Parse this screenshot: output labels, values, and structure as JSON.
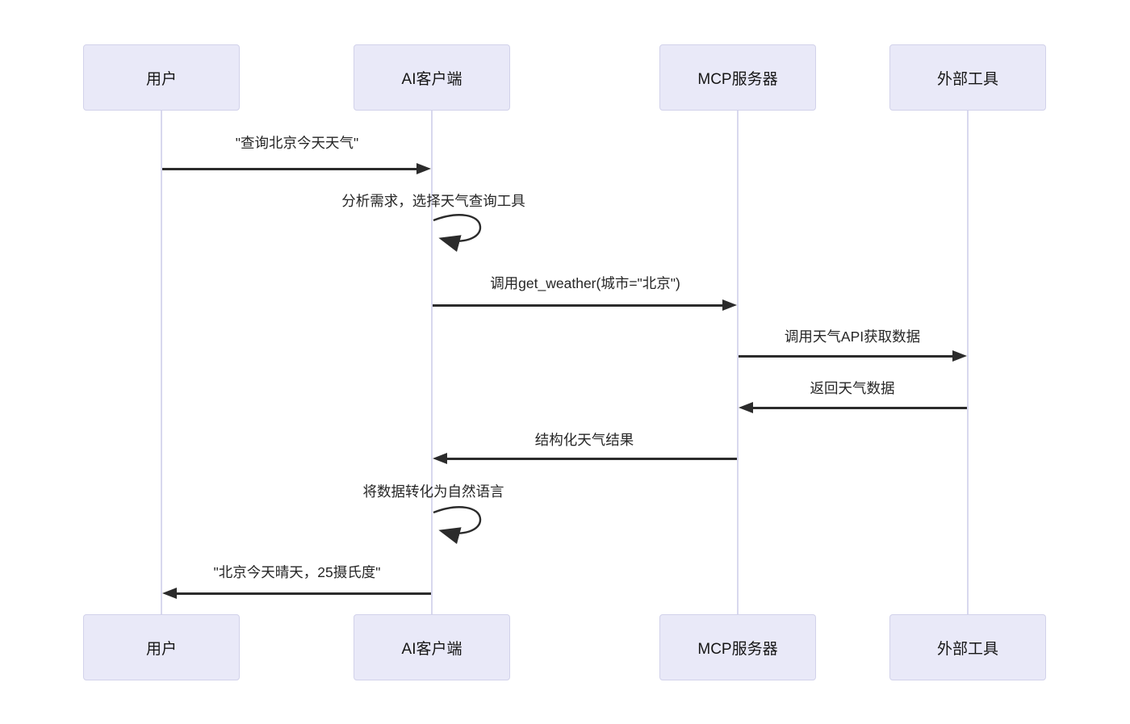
{
  "diagram": {
    "type": "sequence-diagram",
    "actors": [
      {
        "id": "user",
        "label": "用户"
      },
      {
        "id": "ai-client",
        "label": "AI客户端"
      },
      {
        "id": "mcp-server",
        "label": "MCP服务器"
      },
      {
        "id": "external-tool",
        "label": "外部工具"
      }
    ],
    "messages": [
      {
        "from": "用户",
        "to": "AI客户端",
        "kind": "solid-arrow",
        "label": "\"查询北京今天天气\""
      },
      {
        "from": "AI客户端",
        "to": "AI客户端",
        "kind": "self-loop",
        "label": "分析需求，选择天气查询工具"
      },
      {
        "from": "AI客户端",
        "to": "MCP服务器",
        "kind": "solid-arrow",
        "label": "调用get_weather(城市=\"北京\")"
      },
      {
        "from": "MCP服务器",
        "to": "外部工具",
        "kind": "solid-arrow",
        "label": "调用天气API获取数据"
      },
      {
        "from": "外部工具",
        "to": "MCP服务器",
        "kind": "solid-arrow",
        "label": "返回天气数据"
      },
      {
        "from": "MCP服务器",
        "to": "AI客户端",
        "kind": "solid-arrow",
        "label": "结构化天气结果"
      },
      {
        "from": "AI客户端",
        "to": "AI客户端",
        "kind": "self-loop",
        "label": "将数据转化为自然语言"
      },
      {
        "from": "AI客户端",
        "to": "用户",
        "kind": "solid-arrow",
        "label": "\"北京今天晴天，25摄氏度\""
      }
    ],
    "colors": {
      "actor_fill": "#e9e9f8",
      "actor_border": "#d2d2ea",
      "lifeline": "#d8d8ee",
      "arrow": "#2b2b2b",
      "text": "#262626",
      "background": "#ffffff"
    }
  }
}
